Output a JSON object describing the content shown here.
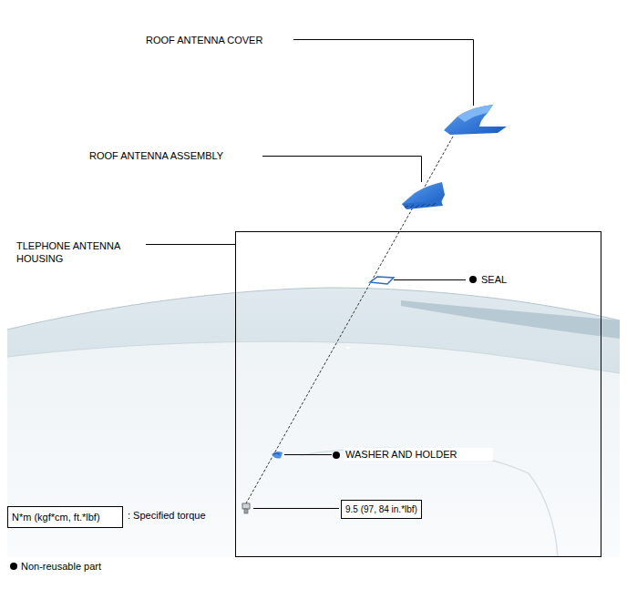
{
  "diagram": {
    "nodes": [
      {
        "text": [
          "9.5 (97, 84 in.*lbf)"
        ]
      },
      {
        "text": [
          "N*m (kgf*cm, ft.*lbf)"
        ]
      }
    ],
    "labels": [
      "ROOF ANTENNA COVER",
      "ROOF ANTENNA ASSEMBLY",
      "TLEPHONE ANTENNA HOUSING",
      "SEAL",
      "WASHER AND HOLDER",
      ": Specified torque",
      "Non-reusable part"
    ]
  }
}
